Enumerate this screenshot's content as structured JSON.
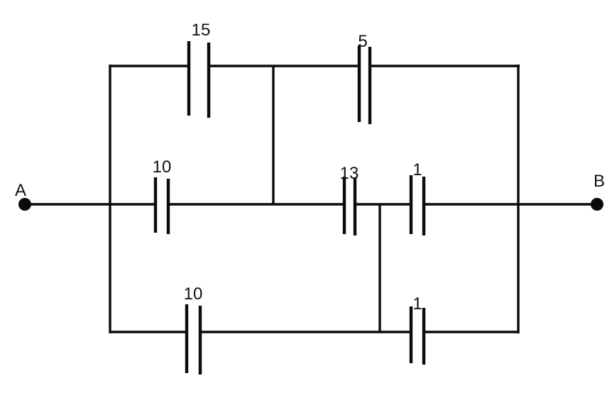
{
  "diagram": {
    "kind": "capacitor-network-circuit",
    "terminals": {
      "left": "A",
      "right": "B"
    },
    "capacitors": [
      {
        "name": "top-left",
        "value": "15"
      },
      {
        "name": "top-right",
        "value": "5"
      },
      {
        "name": "middle-left",
        "value": "10"
      },
      {
        "name": "middle-center",
        "value": "13"
      },
      {
        "name": "middle-right",
        "value": "1"
      },
      {
        "name": "bottom-left",
        "value": "10"
      },
      {
        "name": "bottom-right",
        "value": "1"
      }
    ],
    "colors": {
      "line": "#0b0b0b",
      "background": "#ffffff",
      "text": "#111111"
    }
  }
}
